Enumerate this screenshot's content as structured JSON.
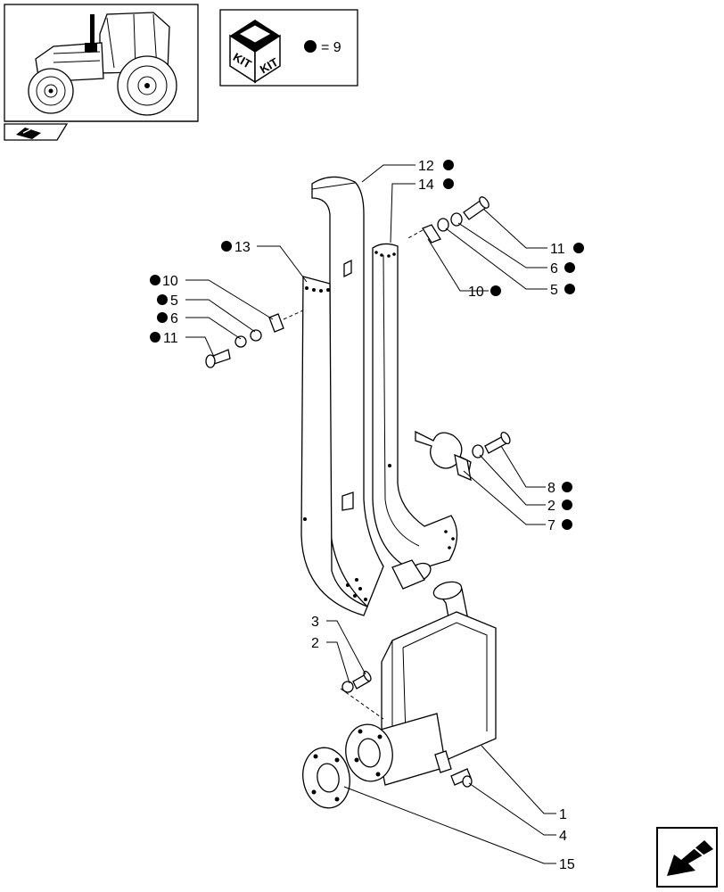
{
  "kit_box": {
    "word_1": "KIT",
    "word_2": "KIT",
    "legend": "= 9"
  },
  "callouts": [
    {
      "id": "c12",
      "num": "12",
      "bullet": true,
      "bullet_side": "right"
    },
    {
      "id": "c14",
      "num": "14",
      "bullet": true,
      "bullet_side": "right"
    },
    {
      "id": "c13",
      "num": "13",
      "bullet": true,
      "bullet_side": "left"
    },
    {
      "id": "c11r",
      "num": "11",
      "bullet": true,
      "bullet_side": "right"
    },
    {
      "id": "c6r",
      "num": "6",
      "bullet": true,
      "bullet_side": "right"
    },
    {
      "id": "c5r",
      "num": "5",
      "bullet": true,
      "bullet_side": "right"
    },
    {
      "id": "c10r",
      "num": "10",
      "bullet": true,
      "bullet_side": "right"
    },
    {
      "id": "c10l",
      "num": "10",
      "bullet": true,
      "bullet_side": "left"
    },
    {
      "id": "c5l",
      "num": "5",
      "bullet": true,
      "bullet_side": "left"
    },
    {
      "id": "c6l",
      "num": "6",
      "bullet": true,
      "bullet_side": "left"
    },
    {
      "id": "c11l",
      "num": "11",
      "bullet": true,
      "bullet_side": "left"
    },
    {
      "id": "c8",
      "num": "8",
      "bullet": true,
      "bullet_side": "right"
    },
    {
      "id": "c2r",
      "num": "2",
      "bullet": true,
      "bullet_side": "right"
    },
    {
      "id": "c7",
      "num": "7",
      "bullet": true,
      "bullet_side": "right"
    },
    {
      "id": "c3",
      "num": "3",
      "bullet": false,
      "bullet_side": ""
    },
    {
      "id": "c2l",
      "num": "2",
      "bullet": false,
      "bullet_side": ""
    },
    {
      "id": "c1",
      "num": "1",
      "bullet": false,
      "bullet_side": ""
    },
    {
      "id": "c4",
      "num": "4",
      "bullet": false,
      "bullet_side": ""
    },
    {
      "id": "c15",
      "num": "15",
      "bullet": false,
      "bullet_side": ""
    }
  ]
}
